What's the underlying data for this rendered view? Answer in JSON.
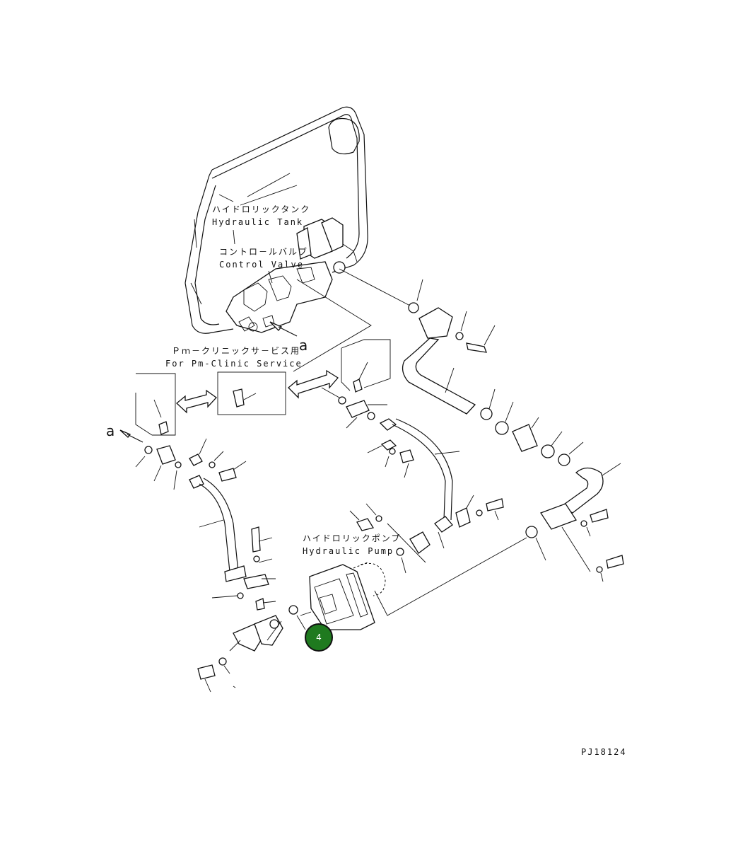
{
  "labels": {
    "hydraulic_tank_jp": "ハイドロリックタンク",
    "hydraulic_tank_en": "Hydraulic Tank",
    "control_valve_jp": "コントロ－ルバルブ",
    "control_valve_en": "Control Valve",
    "pm_clinic_jp": "Ｐｍ－クリニックサ－ビス用",
    "pm_clinic_en": "For Pm-Clinic Service",
    "hydraulic_pump_jp": "ハイドロリックポンプ",
    "hydraulic_pump_en": "Hydraulic Pump",
    "view_ref_a_valve": "a",
    "view_ref_a_left": "a",
    "drawing_number": "PJ18124"
  },
  "callout": {
    "number": "4",
    "color": "#1f7a1f",
    "border_color": "#111111"
  }
}
